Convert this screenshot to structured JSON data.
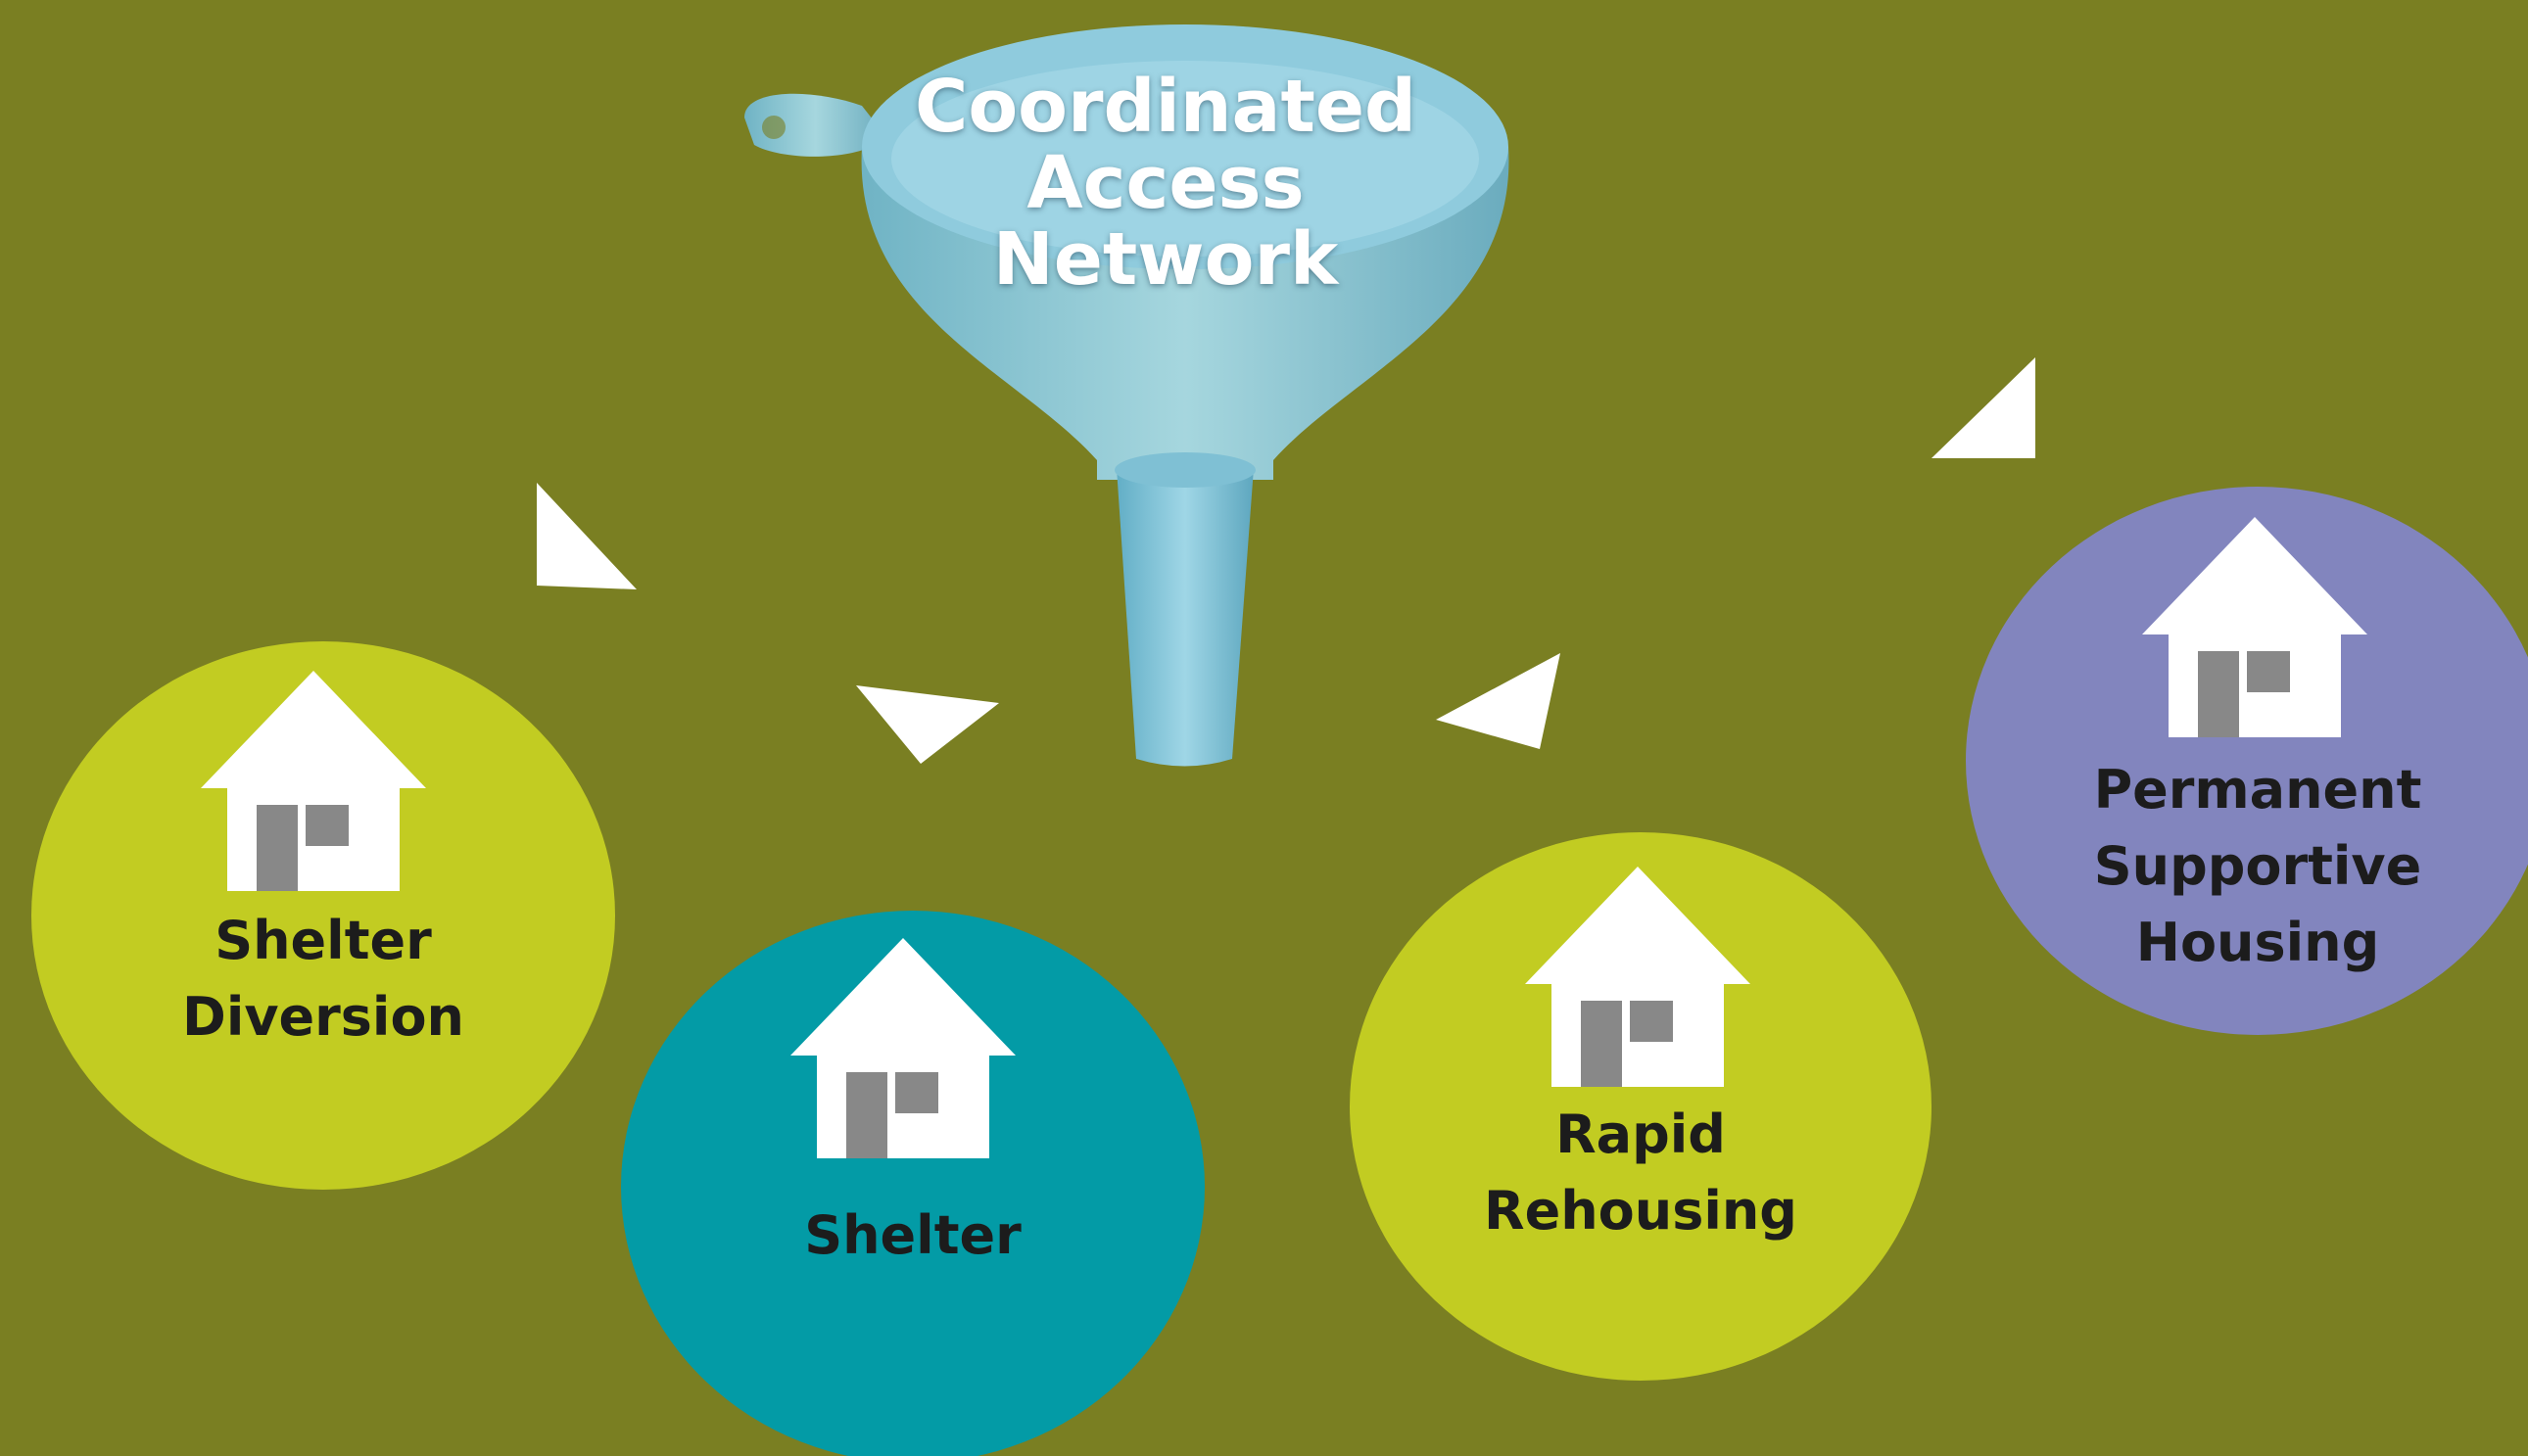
{
  "funnel": {
    "lines": [
      "Coordinated",
      "Access",
      "Network"
    ]
  },
  "programs": [
    {
      "id": "shelter-diversion",
      "lines": [
        "Shelter",
        "Diversion"
      ],
      "color": "#c2cc22"
    },
    {
      "id": "shelter",
      "lines": [
        "Shelter"
      ],
      "color": "#039ba6"
    },
    {
      "id": "rapid-rehousing",
      "lines": [
        "Rapid",
        "Rehousing"
      ],
      "color": "#c2cc22"
    },
    {
      "id": "permanent-supportive-housing",
      "lines": [
        "Permanent",
        "Supportive",
        "Housing"
      ],
      "color": "#8285be"
    }
  ],
  "colors": {
    "background": "#7a7f22",
    "funnel": "#7fc3d8",
    "arrow": "#ffffff",
    "house": "#ffffff",
    "house_detail": "#888888"
  }
}
